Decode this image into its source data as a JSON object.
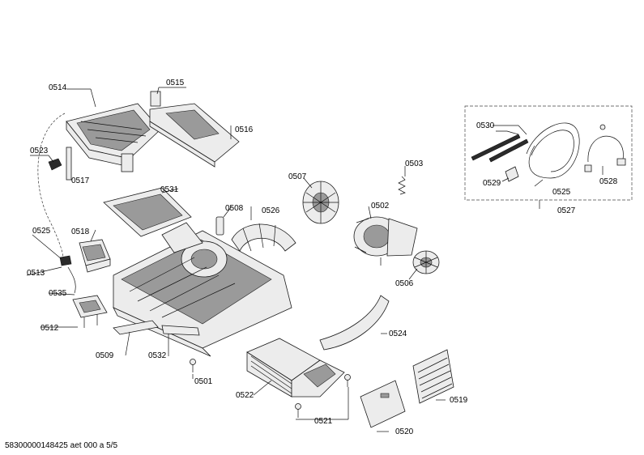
{
  "labels": {
    "p0514": "0514",
    "p0515": "0515",
    "p0516": "0516",
    "p0523": "0523",
    "p0517": "0517",
    "p0525a": "0525",
    "p0513": "0513",
    "p0535": "0535",
    "p0512": "0512",
    "p0518": "0518",
    "p0531": "0531",
    "p0508": "0508",
    "p0526": "0526",
    "p0507": "0507",
    "p0503": "0503",
    "p0502": "0502",
    "p0506": "0506",
    "p0509": "0509",
    "p0532": "0532",
    "p0501": "0501",
    "p0524": "0524",
    "p0522": "0522",
    "p0521": "0521",
    "p0520": "0520",
    "p0519": "0519",
    "p0530": "0530",
    "p0529": "0529",
    "p0525b": "0525",
    "p0528": "0528",
    "p0527": "0527"
  },
  "footer": "58300000148425 aet 000 a 5/5"
}
